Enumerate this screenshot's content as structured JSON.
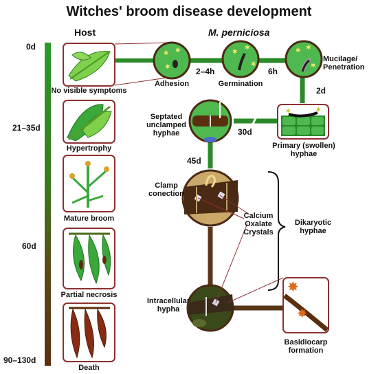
{
  "title": "Witches' broom disease development",
  "headers": {
    "host": "Host",
    "pathogen": "M. perniciosa"
  },
  "timeline": {
    "d0": "0d",
    "d21": "21–35d",
    "d60": "60d",
    "d90": "90–130d"
  },
  "host_stages": [
    "No visible symptoms",
    "Hypertrophy",
    "Mature broom",
    "Partial necrosis",
    "Death"
  ],
  "pathogen_stages": {
    "adhesion": "Adhesion",
    "germination": "Germination",
    "mucilage_1": "Mucilage/",
    "mucilage_2": "Penetration",
    "septated_1": "Septated",
    "septated_2": "unclamped",
    "septated_3": "hyphae",
    "primary_1": "Primary (swollen)",
    "primary_2": "hyphae",
    "clamp_1": "Clamp",
    "clamp_2": "conection",
    "calcium_1": "Calcium",
    "calcium_2": "Oxalate",
    "calcium_3": "Crystals",
    "dikaryotic_1": "Dikaryotic",
    "dikaryotic_2": "hyphae",
    "intracellular_1": "Intracellular",
    "intracellular_2": "hypha",
    "basidiocarp_1": "Basidiocarp",
    "basidiocarp_2": "formation"
  },
  "time_labels": {
    "t1": "2–4h",
    "t2": "6h",
    "t3": "2d",
    "t4": "30d",
    "t5": "45d"
  },
  "colors": {
    "green": "#2a8a2a",
    "brown": "#5a3618",
    "box_border": "#8b3030",
    "leaf": "#6fc23a",
    "dark_leaf": "#2f8f2f",
    "death": "#8a2a12"
  }
}
